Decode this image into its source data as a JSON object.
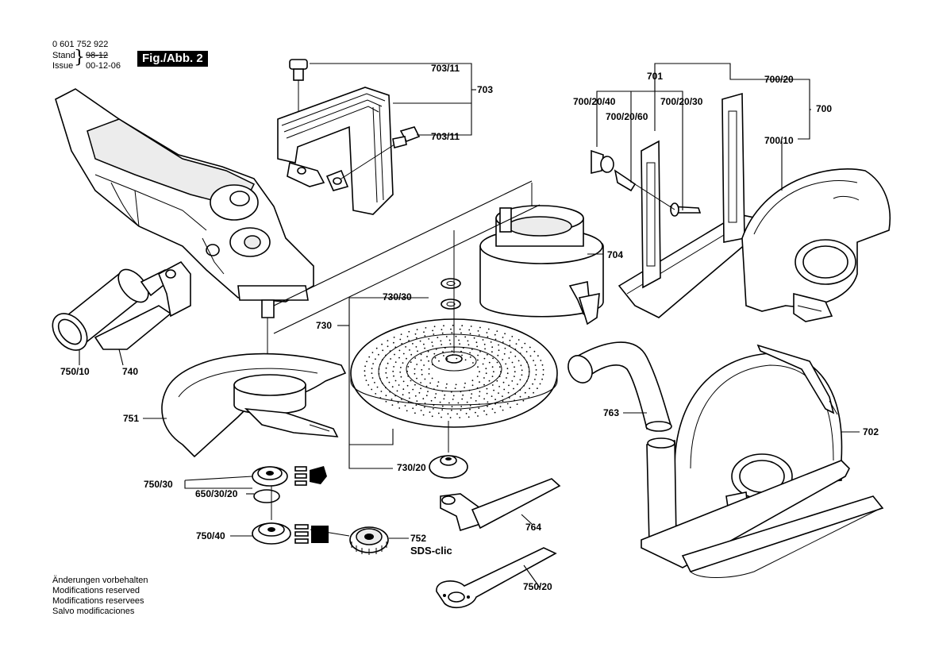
{
  "header": {
    "part_number": "0 601 752 922",
    "stand_label": "Stand",
    "issue_label": "Issue",
    "old_date": "98-12",
    "issue_date": "00-12-06",
    "figure_badge": "Fig./Abb. 2"
  },
  "parts": [
    {
      "id": "p-703-11-a",
      "number": "703/11"
    },
    {
      "id": "p-703",
      "number": "703"
    },
    {
      "id": "p-703-11-b",
      "number": "703/11"
    },
    {
      "id": "p-701",
      "number": "701"
    },
    {
      "id": "p-700-20",
      "number": "700/20"
    },
    {
      "id": "p-700-20-40",
      "number": "700/20/40"
    },
    {
      "id": "p-700-20-60",
      "number": "700/20/60"
    },
    {
      "id": "p-700-20-30",
      "number": "700/20/30"
    },
    {
      "id": "p-700",
      "number": "700"
    },
    {
      "id": "p-700-10",
      "number": "700/10"
    },
    {
      "id": "p-704",
      "number": "704"
    },
    {
      "id": "p-730-30",
      "number": "730/30"
    },
    {
      "id": "p-730",
      "number": "730"
    },
    {
      "id": "p-750-10",
      "number": "750/10"
    },
    {
      "id": "p-740",
      "number": "740"
    },
    {
      "id": "p-751",
      "number": "751"
    },
    {
      "id": "p-763",
      "number": "763"
    },
    {
      "id": "p-702",
      "number": "702"
    },
    {
      "id": "p-730-20",
      "number": "730/20"
    },
    {
      "id": "p-750-30",
      "number": "750/30"
    },
    {
      "id": "p-650-30-20",
      "number": "650/30/20"
    },
    {
      "id": "p-764",
      "number": "764"
    },
    {
      "id": "p-750-40",
      "number": "750/40"
    },
    {
      "id": "p-752",
      "number": "752"
    },
    {
      "id": "p-750-20",
      "number": "750/20"
    }
  ],
  "sds_logo_text": "SDS-clic",
  "notes": [
    "Änderungen vorbehalten",
    "Modifications reserved",
    "Modifications reservees",
    "Salvo modificaciones"
  ]
}
